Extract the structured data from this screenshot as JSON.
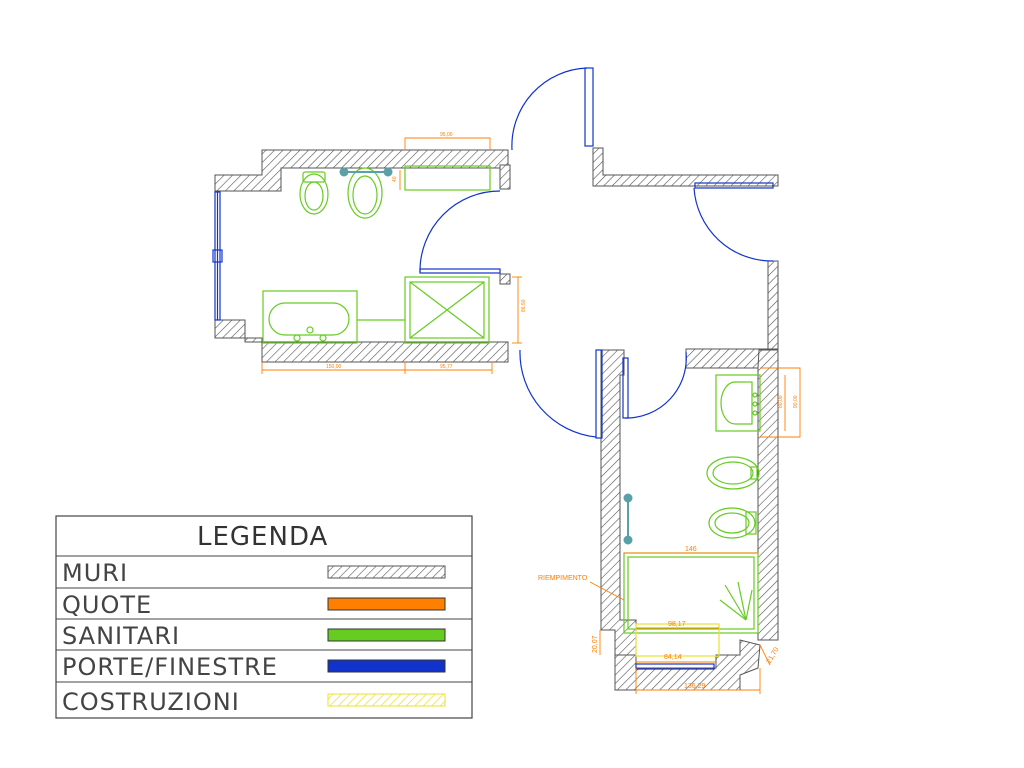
{
  "colors": {
    "walls": "#555555",
    "dimensions": "#ff7f00",
    "fixtures": "#66cc22",
    "doors": "#1133cc",
    "construction": "#f2ee3a",
    "fittings": "#5aa0a8"
  },
  "dimensions": {
    "d1": "95,00",
    "d2": "40",
    "d3": "150,00",
    "d4": "95,77",
    "d5": "86,50",
    "d6": "90,00",
    "d7": "80,00",
    "d8": "146",
    "d9": "98,17",
    "d10": "84,14",
    "d11": "136,29",
    "d12": "20,07",
    "d13": "21,70"
  },
  "annotation": "RIEMPIMENTO",
  "legend": {
    "title": "LEGENDA",
    "rows": [
      {
        "label": "MURI",
        "swatch": "hatch"
      },
      {
        "label": "QUOTE",
        "swatch": "#ff7f00"
      },
      {
        "label": "SANITARI",
        "swatch": "#66cc22"
      },
      {
        "label": "PORTE/FINESTRE",
        "swatch": "#1133cc"
      },
      {
        "label": "COSTRUZIONI",
        "swatch": "yellow-hatch"
      }
    ]
  }
}
